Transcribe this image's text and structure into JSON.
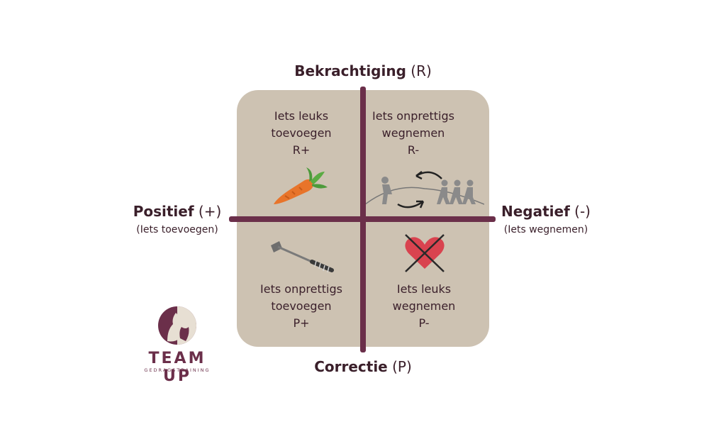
{
  "axes": {
    "top": {
      "bold": "Bekrachtiging",
      "suffix": "(R)"
    },
    "bottom": {
      "bold": "Correctie",
      "suffix": "(P)"
    },
    "left": {
      "bold": "Positief",
      "suffix": "(+)",
      "sub": "(Iets toevoegen)"
    },
    "right": {
      "bold": "Negatief",
      "suffix": "(-)",
      "sub": "(Iets wegnemen)"
    }
  },
  "quadrants": {
    "top_left": {
      "line1": "Iets leuks",
      "line2": "toevoegen",
      "code": "R+",
      "icon": "carrot-icon"
    },
    "top_right": {
      "line1": "Iets onprettigs",
      "line2": "wegnemen",
      "code": "R-",
      "icon": "tug-of-war-icon"
    },
    "bottom_left": {
      "line1": "Iets onprettigs",
      "line2": "toevoegen",
      "code": "P+",
      "icon": "riding-whip-icon"
    },
    "bottom_right": {
      "line1": "Iets leuks",
      "line2": "wegnemen",
      "code": "P-",
      "icon": "crossed-heart-icon"
    }
  },
  "logo": {
    "name": "TEAM UP",
    "tagline": "GEDRAGSTRAINING"
  },
  "colors": {
    "accent": "#6b2f4a",
    "panel": "#cdc2b2",
    "text": "#3a1f2a"
  }
}
